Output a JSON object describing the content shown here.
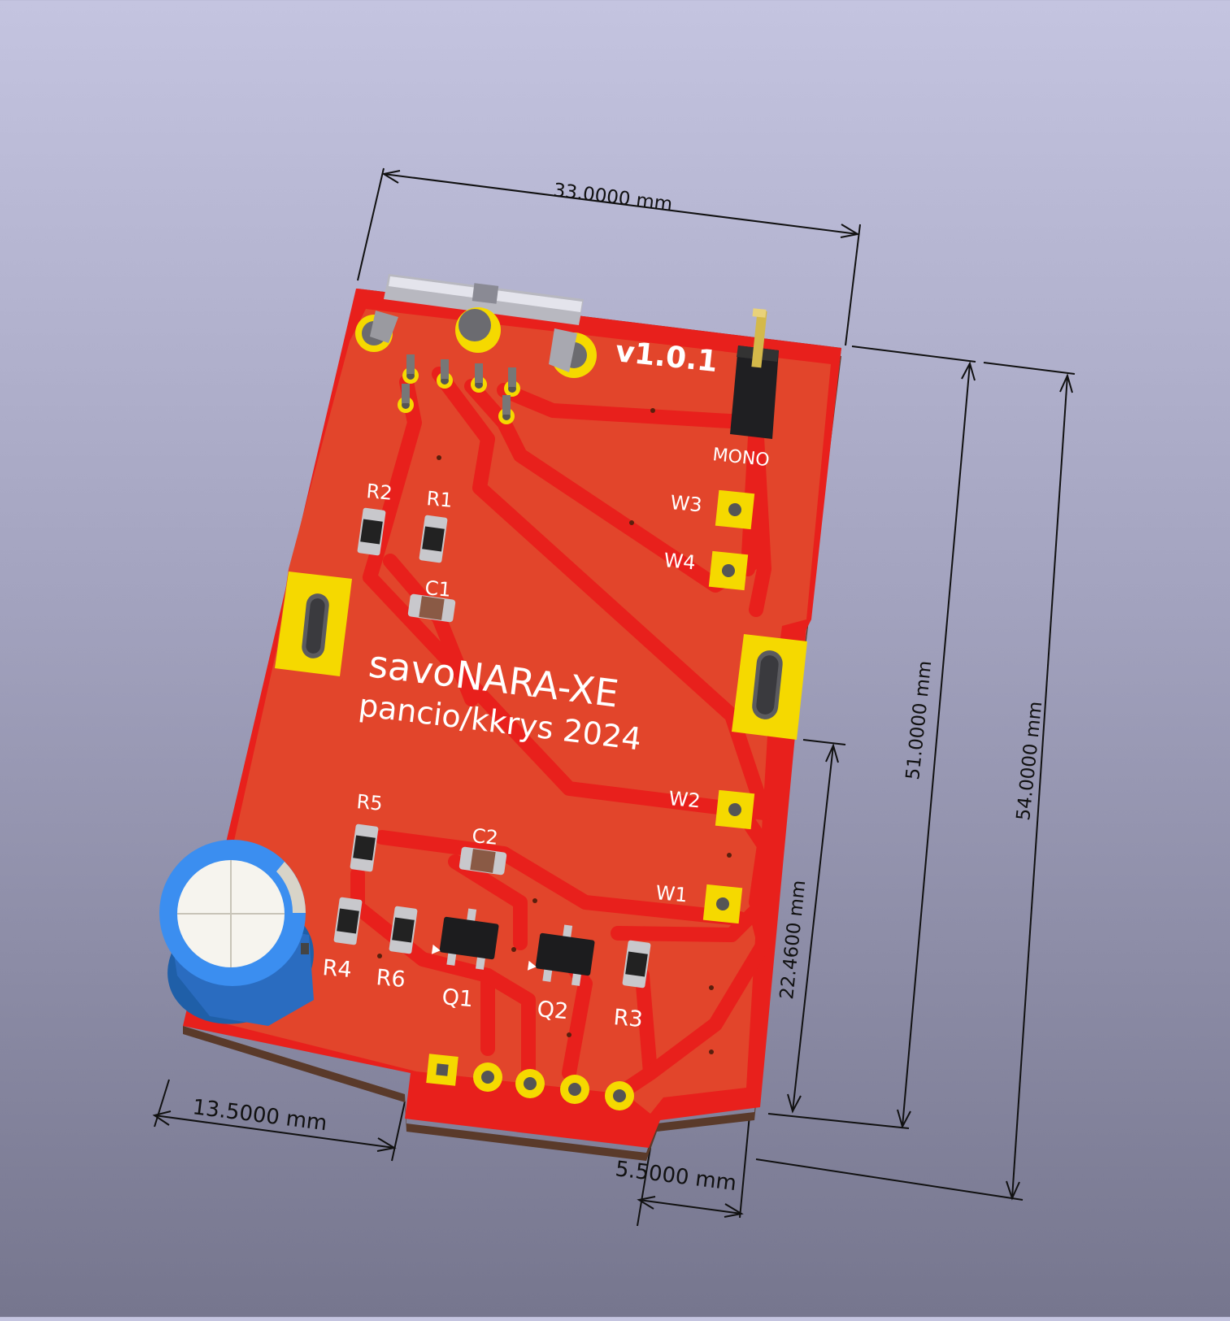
{
  "colors": {
    "board_red": "#e8201c",
    "copper_fill": "#e2452b",
    "pad_gold": "#f5d900",
    "silk_white": "#ffffff",
    "cap_blue": "#3b82d6",
    "background_top": "#c4c4e0",
    "background_bottom": "#76768e"
  },
  "silkscreen": {
    "version": "v1.0.1",
    "project_name": "savoNARA-XE",
    "credits": "pancio/kkrys 2024",
    "jumper_label": "MONO"
  },
  "reference_labels": {
    "r1": "R1",
    "r2": "R2",
    "r3": "R3",
    "r4": "R4",
    "r5": "R5",
    "r6": "R6",
    "c1": "C1",
    "c2": "C2",
    "q1": "Q1",
    "q2": "Q2",
    "w1": "W1",
    "w2": "W2",
    "w3": "W3",
    "w4": "W4"
  },
  "dimensions": {
    "board_width": "33.0000 mm",
    "height_inner": "51.0000 mm",
    "height_outer": "54.0000 mm",
    "height_partial": "22.4600 mm",
    "offset_left": "13.5000 mm",
    "tab_width": "5.5000 mm"
  },
  "icons": {
    "connector": "usb-c-connector-icon",
    "capacitor": "electrolytic-capacitor-icon",
    "transistor": "sot23-transistor-icon",
    "resistor": "smd-resistor-icon",
    "header": "pin-header-icon"
  }
}
